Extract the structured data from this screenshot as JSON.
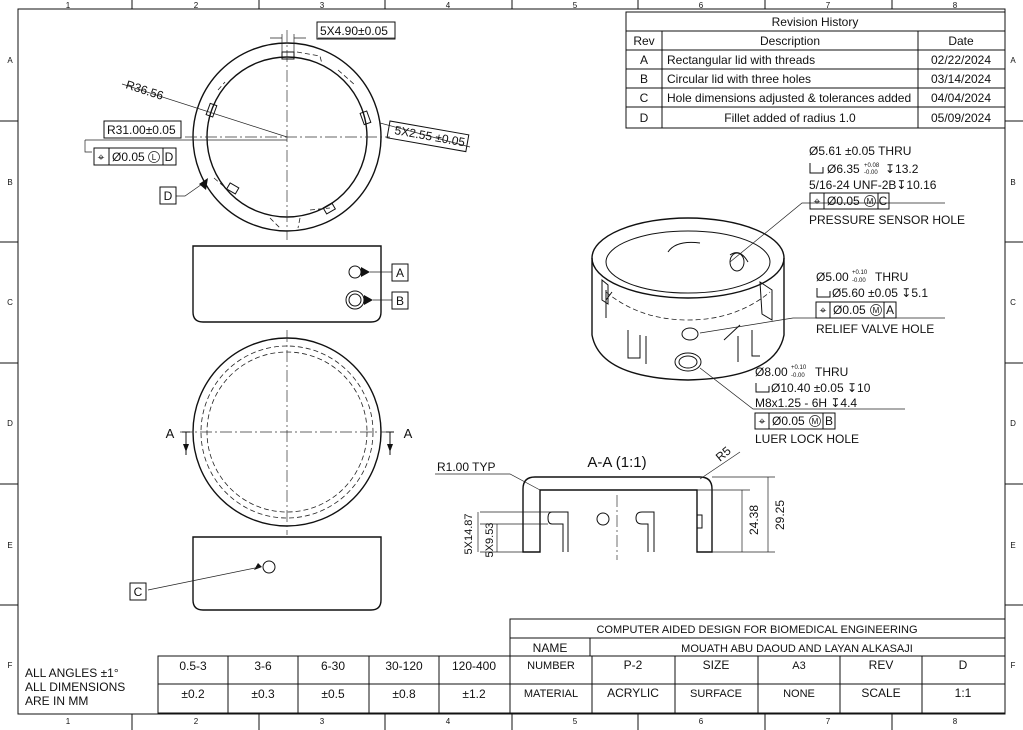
{
  "zones": {
    "columns": [
      "1",
      "2",
      "3",
      "4",
      "5",
      "6",
      "7",
      "8"
    ],
    "rows": [
      "A",
      "B",
      "C",
      "D",
      "E",
      "F"
    ]
  },
  "revision_history": {
    "title": "Revision History",
    "headers": [
      "Rev",
      "Description",
      "Date"
    ],
    "rows": [
      {
        "rev": "A",
        "description": "Rectangular lid with threads",
        "date": "02/22/2024"
      },
      {
        "rev": "B",
        "description": "Circular lid with three holes",
        "date": "03/14/2024"
      },
      {
        "rev": "C",
        "description": "Hole dimensions adjusted & tolerances added",
        "date": "04/04/2024"
      },
      {
        "rev": "D",
        "description": "Fillet added of radius 1.0",
        "date": "05/09/2024"
      }
    ]
  },
  "top_view": {
    "slot_width": "5X4.90±0.05",
    "slot_depth": "5X2.55 ±0.05",
    "outer_radius": "R36.56",
    "inner_radius": "R31.00±0.05",
    "fcf": {
      "symbol": "⌖",
      "tolerance": "Ø0.05",
      "modifier": "L",
      "datum": "D"
    },
    "datum_label": "D"
  },
  "side_view": {
    "datum_a": "A",
    "datum_b": "B"
  },
  "bottom_view": {
    "section_mark": "A"
  },
  "side_view_2": {
    "datum_c": "C"
  },
  "section_view": {
    "title": "A-A (1:1)",
    "fillet_note": "R1.00 TYP",
    "outer_fillet": "R5",
    "dim_slot_top": "5X14.87",
    "dim_slot_bottom": "5X9.53",
    "dim_inner_height": "24.38",
    "dim_outer_height": "29.25"
  },
  "callouts": {
    "pressure": {
      "line1": "Ø5.61 ±0.05 THRU",
      "line2_dia": "Ø6.35",
      "line2_tol_up": "+0.08",
      "line2_tol_dn": "-0.00",
      "line2_depth": "↧13.2",
      "line3": "5/16-24 UNF-2B↧10.16",
      "fcf_tol": "Ø0.05",
      "fcf_mod": "M",
      "fcf_datum": "C",
      "name": "PRESSURE SENSOR HOLE"
    },
    "relief": {
      "line1_dia": "Ø5.00",
      "line1_tol_up": "+0.10",
      "line1_tol_dn": "-0.00",
      "line1_suffix": "THRU",
      "line2": "Ø5.60 ±0.05 ↧5.1",
      "fcf_tol": "Ø0.05",
      "fcf_mod": "M",
      "fcf_datum": "A",
      "name": "RELIEF VALVE HOLE"
    },
    "luer": {
      "line1_dia": "Ø8.00",
      "line1_tol_up": "+0.10",
      "line1_tol_dn": "-0.00",
      "line1_suffix": "THRU",
      "line2": "Ø10.40 ±0.05 ↧10",
      "line3": "M8x1.25 - 6H  ↧4.4",
      "fcf_tol": "Ø0.05",
      "fcf_mod": "M",
      "fcf_datum": "B",
      "name": "LUER LOCK HOLE"
    }
  },
  "general_notes": [
    "ALL ANGLES ±1°",
    "ALL DIMENSIONS",
    "ARE IN MM"
  ],
  "tolerance_table": {
    "ranges": [
      "0.5-3",
      "3-6",
      "6-30",
      "30-120",
      "120-400"
    ],
    "tolerances": [
      "±0.2",
      "±0.3",
      "±0.5",
      "±0.8",
      "±1.2"
    ]
  },
  "title_block": {
    "course": "COMPUTER AIDED DESIGN FOR BIOMEDICAL ENGINEERING",
    "name_label": "NAME",
    "name_value": "MOUATH ABU DAOUD AND LAYAN ALKASAJI",
    "number_label": "NUMBER",
    "number_value": "P-2",
    "size_label": "SIZE",
    "size_value": "A3",
    "rev_label": "REV",
    "rev_value": "D",
    "material_label": "MATERIAL",
    "material_value": "ACRYLIC",
    "surface_label": "SURFACE",
    "surface_value": "NONE",
    "scale_label": "SCALE",
    "scale_value": "1:1"
  }
}
